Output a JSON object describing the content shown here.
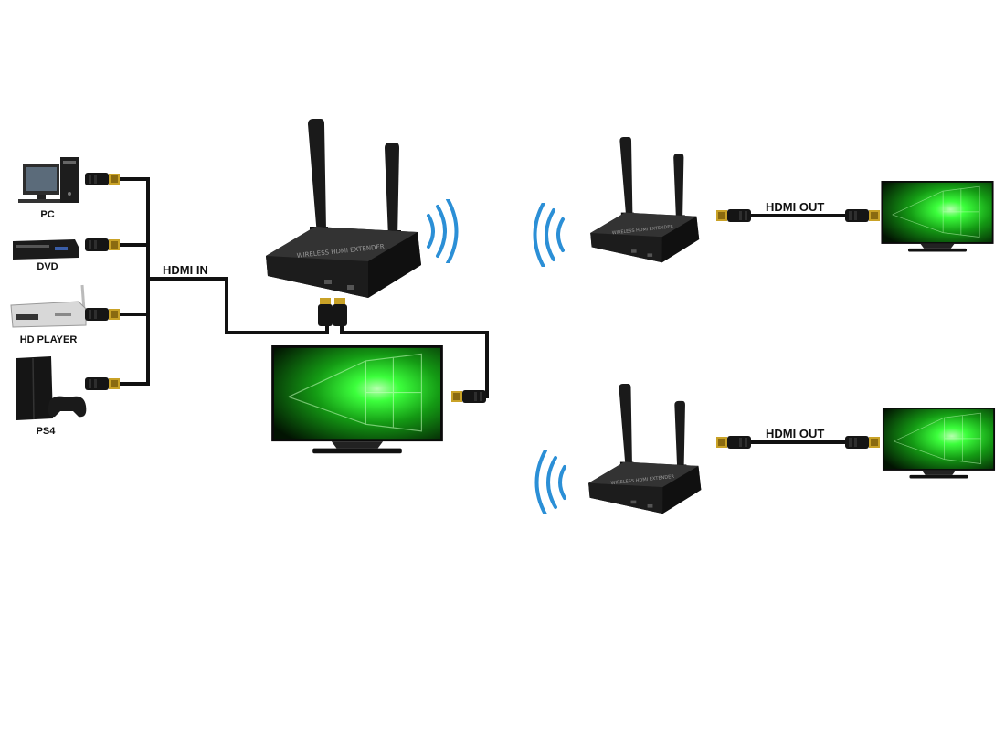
{
  "sources": [
    {
      "label": "PC",
      "icon": "pc-icon"
    },
    {
      "label": "DVD",
      "icon": "dvd-player-icon"
    },
    {
      "label": "HD PLAYER",
      "icon": "hd-player-icon"
    },
    {
      "label": "PS4",
      "icon": "ps4-console-icon"
    }
  ],
  "cable_labels": {
    "input": "HDMI IN",
    "output_top": "HDMI OUT",
    "output_bottom": "HDMI OUT"
  },
  "colors": {
    "cable": "#111111",
    "wifi_waves": "#2b8fd6",
    "screen_glow": "#3cff3c",
    "device_body": "#2a2a2a"
  },
  "icons": [
    "transmitter-icon",
    "receiver-icon",
    "monitor-icon",
    "hdmi-connector-icon",
    "wifi-waves-icon"
  ]
}
